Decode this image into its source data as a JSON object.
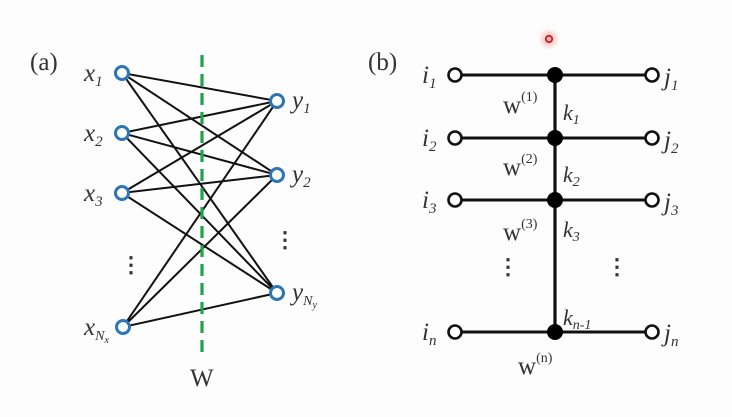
{
  "panel_a": {
    "label": "(a)",
    "weight_label": "W",
    "inputs": [
      {
        "name": "x",
        "sub": "1"
      },
      {
        "name": "x",
        "sub": "2"
      },
      {
        "name": "x",
        "sub": "3"
      },
      {
        "name": "x",
        "sub": "Nx",
        "sub_base": "N",
        "sub_sub": "x"
      }
    ],
    "outputs": [
      {
        "name": "y",
        "sub": "1"
      },
      {
        "name": "y",
        "sub": "2"
      },
      {
        "name": "y",
        "sub": "Ny",
        "sub_base": "N",
        "sub_sub": "y"
      }
    ],
    "ellipsis": "⋮",
    "connectivity": "fully-connected",
    "node_color": "#2e75b6",
    "divider_color": "#1fa34a"
  },
  "panel_b": {
    "label": "(b)",
    "inputs": [
      "1",
      "2",
      "3",
      "n"
    ],
    "outputs": [
      "1",
      "2",
      "3",
      "n"
    ],
    "input_name": "i",
    "output_name": "j",
    "weights": [
      "(1)",
      "(2)",
      "(3)",
      "(n)"
    ],
    "weight_name": "w",
    "links": [
      "1",
      "2",
      "3",
      "n-1"
    ],
    "link_name": "k",
    "ellipsis": "⋮"
  },
  "cursor_marker_color": "#e0302a"
}
